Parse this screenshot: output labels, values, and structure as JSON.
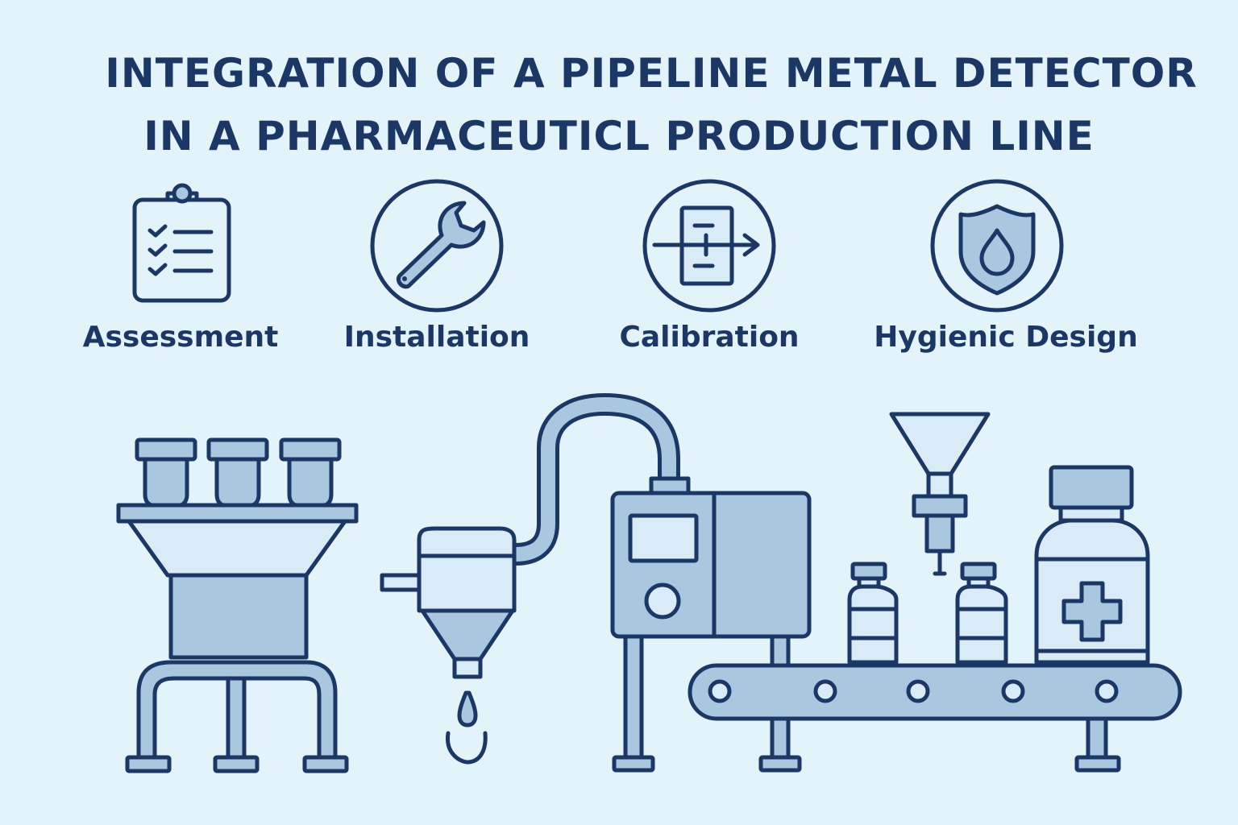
{
  "title": {
    "line1": "INTEGRATION OF A PIPELINE METAL DETECTOR",
    "line2": "IN A PHARMACEUTICL PRODUCTION LINE"
  },
  "steps": [
    {
      "label": "Assessment",
      "icon": "clipboard-checklist-icon"
    },
    {
      "label": "Installation",
      "icon": "wrench-icon"
    },
    {
      "label": "Calibration",
      "icon": "detector-arrow-icon"
    },
    {
      "label": "Hygienic Design",
      "icon": "shield-droplet-icon"
    }
  ],
  "colors": {
    "background": "#e3f3fa",
    "outline": "#1b3766",
    "fill": "#a9c8e0",
    "fill_light": "#d8ebf6"
  }
}
